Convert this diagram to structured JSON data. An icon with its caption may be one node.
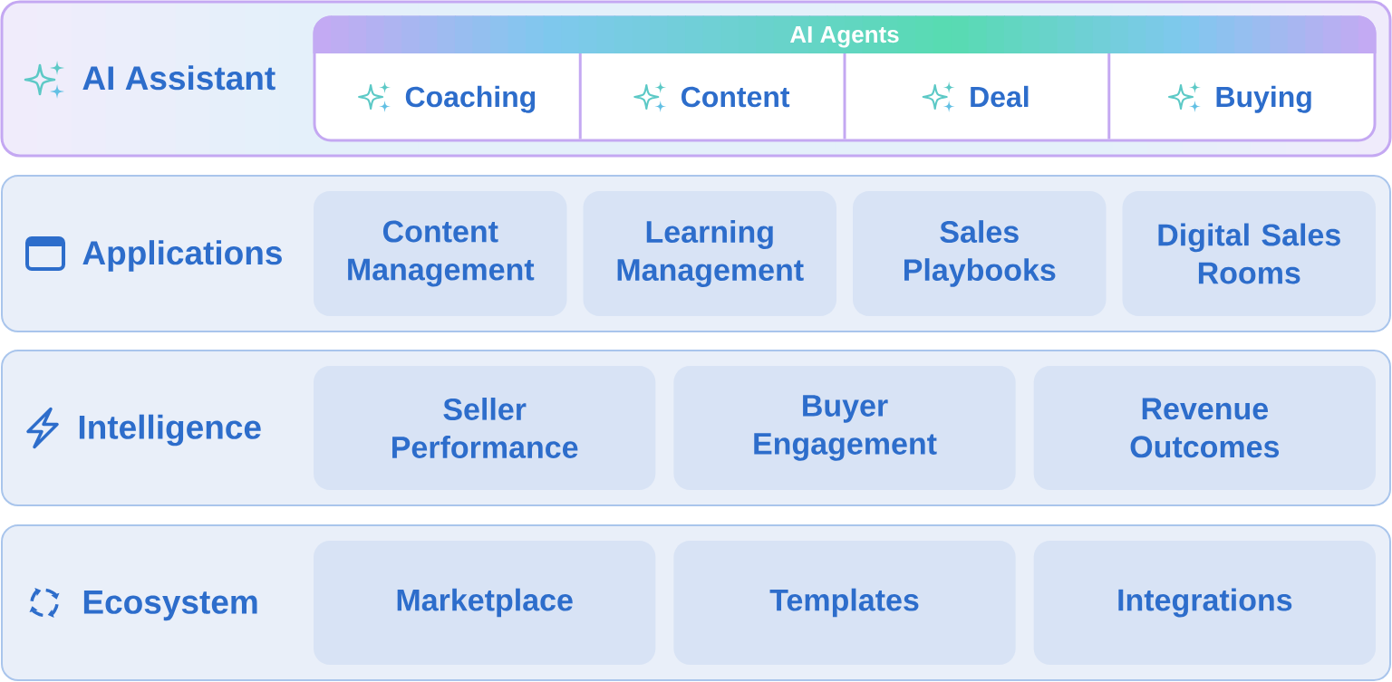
{
  "diagram": {
    "nodes": [
      {
        "text": [
          "AI Assistant"
        ]
      },
      {
        "text": [
          "AI Agents"
        ],
        "in": 0
      },
      {
        "text": [
          "Coaching"
        ],
        "in": 1
      },
      {
        "text": [
          "Content"
        ],
        "in": 1
      },
      {
        "text": [
          "Deal"
        ],
        "in": 1
      },
      {
        "text": [
          "Buying"
        ],
        "in": 1
      },
      {
        "text": [
          "Applications"
        ]
      },
      {
        "text": [
          "Content Management"
        ],
        "in": 6
      },
      {
        "text": [
          "Learning Management"
        ],
        "in": 6
      },
      {
        "text": [
          "Sales Playbooks"
        ],
        "in": 6
      },
      {
        "text": [
          "Digital Sales Rooms"
        ],
        "in": 6
      },
      {
        "text": [
          "Intelligence"
        ]
      },
      {
        "text": [
          "Seller Performance"
        ],
        "in": 11
      },
      {
        "text": [
          "Buyer Engagement"
        ],
        "in": 11
      },
      {
        "text": [
          "Revenue Outcomes"
        ],
        "in": 11
      },
      {
        "text": [
          "Ecosystem"
        ]
      },
      {
        "text": [
          "Marketplace"
        ],
        "in": 15
      },
      {
        "text": [
          "Templates"
        ],
        "in": 15
      },
      {
        "text": [
          "Integrations"
        ],
        "in": 15
      }
    ]
  }
}
